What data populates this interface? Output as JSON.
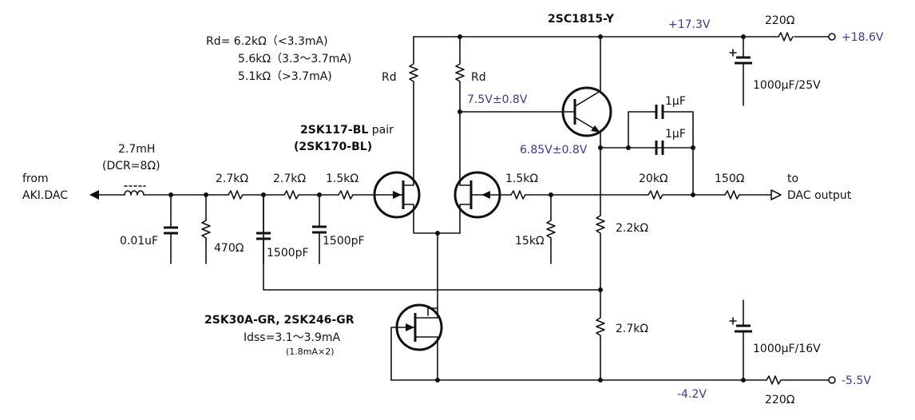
{
  "notes": {
    "rd_line1": "Rd= 6.2kΩ（<3.3mA)",
    "rd_line2": "5.6kΩ（3.3～3.7mA)",
    "rd_line3": "5.1kΩ（>3.7mA)"
  },
  "parts": {
    "q_out": "2SC1815-Y",
    "jfet_pair": "2SK117-BL",
    "jfet_pair_suffix": " pair",
    "jfet_alt": "(2SK170-BL)",
    "ccs": "2SK30A-GR, 2SK246-GR",
    "idss": "Idss=3.1～3.9mA",
    "idss_note": "(1.8mA×2)",
    "inductor": "2.7mH",
    "inductor_dcr": "(DCR=8Ω)",
    "r_in1": "2.7kΩ",
    "r_in2": "2.7kΩ",
    "r_in3": "1.5kΩ",
    "c_in1": "0.01uF",
    "r_470": "470Ω",
    "c_in2": "1500pF",
    "c_in3": "1500pF",
    "rd_left": "Rd",
    "rd_right": "Rd",
    "r_fb_gate": "1.5kΩ",
    "r_fb_shunt": "15kΩ",
    "r_load_top": "2.2kΩ",
    "r_load_bot": "2.7kΩ",
    "c_fb1": "1μF",
    "c_fb2": "1μF",
    "r_fb": "20kΩ",
    "r_out": "150Ω",
    "r_pos": "220Ω",
    "r_neg": "220Ω",
    "c_pos": "1000μF/25V",
    "c_neg": "1000μF/16V"
  },
  "voltages": {
    "v_collector": "+17.3V",
    "v_pos_in": "+18.6V",
    "v_base": "7.5V±0.8V",
    "v_emitter": "6.85V±0.8V",
    "v_neg_rail": "-4.2V",
    "v_neg_in": "-5.5V"
  },
  "ports": {
    "in_from": "from",
    "in_name": "AKI.DAC",
    "out_to": "to",
    "out_name": "DAC output"
  },
  "colors": {
    "wire": "#111111",
    "voltage_text": "#3a3a8a"
  }
}
